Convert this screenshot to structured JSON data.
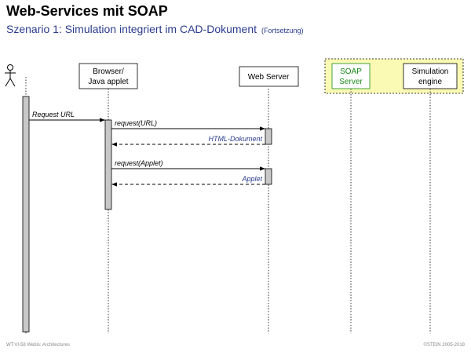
{
  "header": {
    "title": "Web-Services mit SOAP",
    "subtitle": "Szenario 1: Simulation integriert im CAD-Dokument",
    "subtitle_note": "(Fortsetzung)"
  },
  "participants": [
    {
      "id": "actor",
      "line1": "",
      "line2": ""
    },
    {
      "id": "browser",
      "line1": "Browser/",
      "line2": "Java applet"
    },
    {
      "id": "webserver",
      "line1": "Web Server",
      "line2": ""
    },
    {
      "id": "soap",
      "line1": "SOAP",
      "line2": "Server"
    },
    {
      "id": "sim",
      "line1": "Simulation",
      "line2": "engine"
    }
  ],
  "messages": [
    {
      "label": "Request URL",
      "kind": "call"
    },
    {
      "label": "request(URL)",
      "kind": "call"
    },
    {
      "label": "HTML-Dokument",
      "kind": "return"
    },
    {
      "label": "request(Applet)",
      "kind": "call"
    },
    {
      "label": "Applet",
      "kind": "return"
    }
  ],
  "colors": {
    "subtitle": "#2b3c8e",
    "return_label": "#2b3c8e",
    "soap_text": "#1a8a1a",
    "highlight_fill": "#fafab4",
    "activation_fill": "#c8c8c8"
  },
  "footer": {
    "left": "WT:VI-58   Webis: Architectures",
    "right": "©STEIN 2005-2018"
  }
}
